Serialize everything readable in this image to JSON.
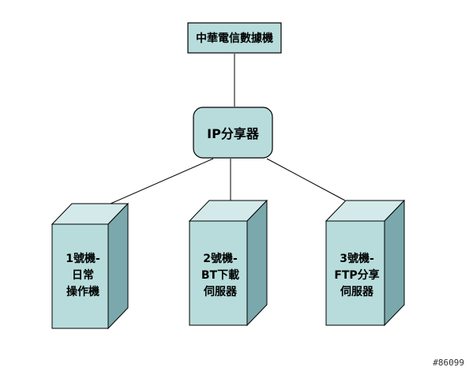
{
  "colors": {
    "box_fill": "#b8dcdc",
    "box_side": "#7aa8ac",
    "box_top": "#d4eaea",
    "stroke": "#000000",
    "connector": "#000000"
  },
  "nodes": {
    "modem": {
      "label": "中華電信數據機"
    },
    "router": {
      "label": "IP分享器"
    },
    "server1": {
      "label": "1號機-\n日常\n操作機"
    },
    "server2": {
      "label": "2號機-\nBT下載\n伺服器"
    },
    "server3": {
      "label": "3號機-\nFTP分享\n伺服器"
    }
  },
  "edges": [
    {
      "from": "modem",
      "to": "router"
    },
    {
      "from": "router",
      "to": "server1"
    },
    {
      "from": "router",
      "to": "server2"
    },
    {
      "from": "router",
      "to": "server3"
    }
  ],
  "watermark": "#86099"
}
